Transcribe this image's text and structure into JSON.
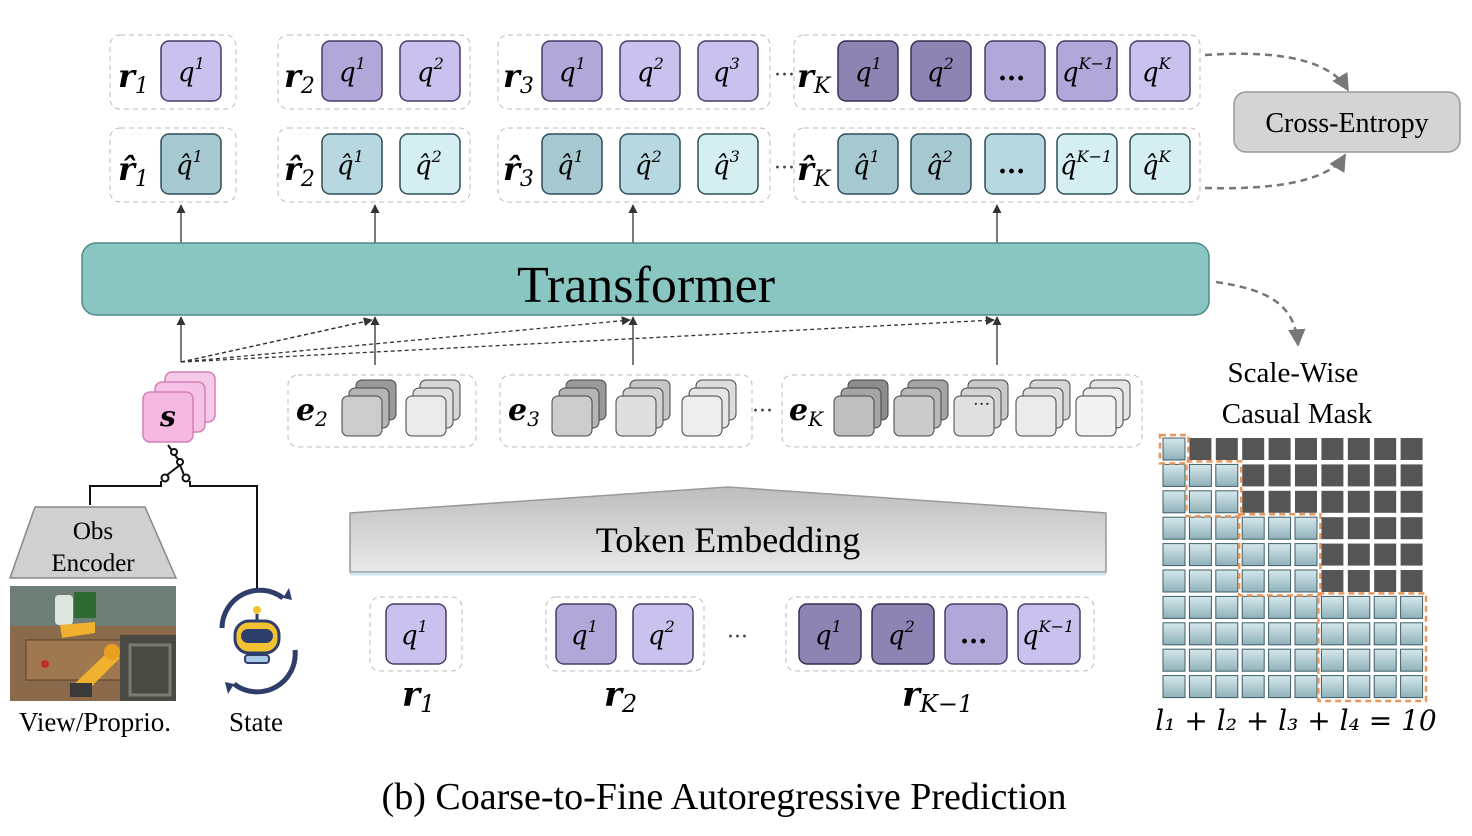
{
  "caption": "(b) Coarse-to-Fine Autoregressive Prediction",
  "transformer_label": "Transformer",
  "loss_label": "Cross-Entropy",
  "mask": {
    "title_line1": "Scale-Wise",
    "title_line2": "Casual Mask",
    "formula": "l₁ + l₂ + l₃ + l₄ = 10"
  },
  "token_embedding_label": "Token Embedding",
  "obs_encoder": {
    "line1": "Obs",
    "line2": "Encoder"
  },
  "inputs": {
    "view_label": "View/Proprio.",
    "state_label": "State",
    "state_token": "s"
  },
  "ellipsis_mid": "···",
  "ellipsis_box": "...",
  "target_rows": {
    "r1": {
      "name": "r",
      "sub": "1",
      "tokens": [
        {
          "base": "q",
          "sup": "1"
        }
      ]
    },
    "r2": {
      "name": "r",
      "sub": "2",
      "tokens": [
        {
          "base": "q",
          "sup": "1"
        },
        {
          "base": "q",
          "sup": "2"
        }
      ]
    },
    "r3": {
      "name": "r",
      "sub": "3",
      "tokens": [
        {
          "base": "q",
          "sup": "1"
        },
        {
          "base": "q",
          "sup": "2"
        },
        {
          "base": "q",
          "sup": "3"
        }
      ]
    },
    "rK": {
      "name": "r",
      "sub": "K",
      "tokens": [
        {
          "base": "q",
          "sup": "1"
        },
        {
          "base": "q",
          "sup": "2"
        },
        {
          "base": "...",
          "sup": ""
        },
        {
          "base": "q",
          "sup": "K−1"
        },
        {
          "base": "q",
          "sup": "K"
        }
      ]
    }
  },
  "pred_rows": {
    "r1": {
      "name": "r̂",
      "sub": "1",
      "tokens": [
        {
          "base": "q̂",
          "sup": "1"
        }
      ]
    },
    "r2": {
      "name": "r̂",
      "sub": "2",
      "tokens": [
        {
          "base": "q̂",
          "sup": "1"
        },
        {
          "base": "q̂",
          "sup": "2"
        }
      ]
    },
    "r3": {
      "name": "r̂",
      "sub": "3",
      "tokens": [
        {
          "base": "q̂",
          "sup": "1"
        },
        {
          "base": "q̂",
          "sup": "2"
        },
        {
          "base": "q̂",
          "sup": "3"
        }
      ]
    },
    "rK": {
      "name": "r̂",
      "sub": "K",
      "tokens": [
        {
          "base": "q̂",
          "sup": "1"
        },
        {
          "base": "q̂",
          "sup": "2"
        },
        {
          "base": "...",
          "sup": ""
        },
        {
          "base": "q̂",
          "sup": "K−1"
        },
        {
          "base": "q̂",
          "sup": "K"
        }
      ]
    }
  },
  "embeddings": [
    {
      "name": "e",
      "sub": "2"
    },
    {
      "name": "e",
      "sub": "3"
    },
    {
      "name": "e",
      "sub": "K"
    }
  ],
  "bottom_rows": [
    {
      "name": "r",
      "sub": "1",
      "tokens": [
        {
          "base": "q",
          "sup": "1"
        }
      ]
    },
    {
      "name": "r",
      "sub": "2",
      "tokens": [
        {
          "base": "q",
          "sup": "1"
        },
        {
          "base": "q",
          "sup": "2"
        }
      ]
    },
    {
      "name": "r",
      "sub": "K−1",
      "tokens": [
        {
          "base": "q",
          "sup": "1"
        },
        {
          "base": "q",
          "sup": "2"
        },
        {
          "base": "...",
          "sup": ""
        },
        {
          "base": "q",
          "sup": "K−1"
        }
      ]
    }
  ],
  "colors": {
    "transformer": "#8ac6c1",
    "purple_light": "#cbc1ef",
    "purple_mid": "#b3a6d9",
    "purple_dark": "#8f83b4",
    "teal_dark": "#a6c8d0",
    "teal_mid": "#b7d8e0",
    "teal_light": "#d5eef2",
    "pink": "#f5b9e1",
    "mask_dark": "#555555",
    "mask_cell": "#a9c5cd",
    "mask_highlight": "#e8965a"
  }
}
